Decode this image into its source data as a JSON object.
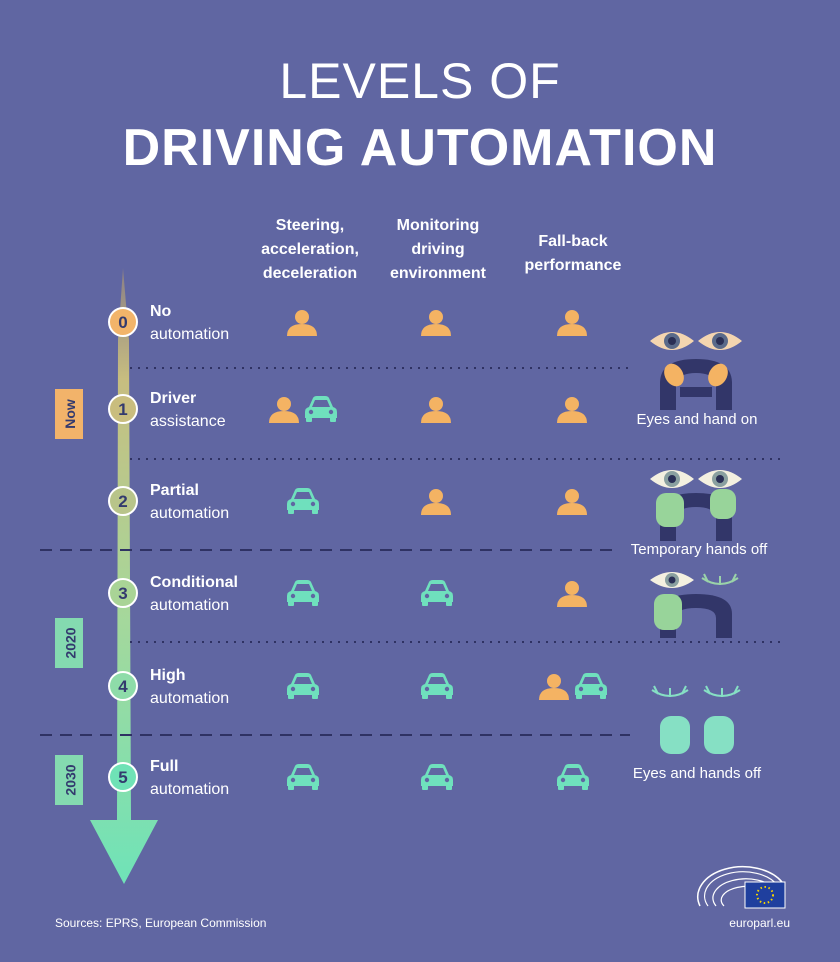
{
  "title": {
    "line1": "LEVELS OF",
    "line2": "DRIVING AUTOMATION"
  },
  "columns": [
    "Steering,\nacceleration,\ndeceleration",
    "Monitoring\ndriving\nenvironment",
    "Fall-back\nperformance"
  ],
  "levels": [
    {
      "number": "0",
      "bold": "No",
      "rest": "automation",
      "color": "#f2b46a",
      "cells": [
        [
          "person"
        ],
        [
          "person"
        ],
        [
          "person"
        ]
      ]
    },
    {
      "number": "1",
      "bold": "Driver",
      "rest": "assistance",
      "color": "#c9bd7e",
      "cells": [
        [
          "person",
          "car"
        ],
        [
          "person"
        ],
        [
          "person"
        ]
      ]
    },
    {
      "number": "2",
      "bold": "Partial",
      "rest": "automation",
      "color": "#b8c48a",
      "cells": [
        [
          "car"
        ],
        [
          "person"
        ],
        [
          "person"
        ]
      ]
    },
    {
      "number": "3",
      "bold": "Conditional",
      "rest": "automation",
      "color": "#a9d496",
      "cells": [
        [
          "car"
        ],
        [
          "car"
        ],
        [
          "person"
        ]
      ]
    },
    {
      "number": "4",
      "bold": "High",
      "rest": "automation",
      "color": "#8edca9",
      "cells": [
        [
          "car"
        ],
        [
          "car"
        ],
        [
          "person",
          "car"
        ]
      ]
    },
    {
      "number": "5",
      "bold": "Full",
      "rest": "automation",
      "color": "#6fe2b6",
      "cells": [
        [
          "car"
        ],
        [
          "car"
        ],
        [
          "car"
        ]
      ]
    }
  ],
  "timeline": {
    "now": "Now",
    "y2020": "2020",
    "y2030": "2030"
  },
  "captions": {
    "eyes_hands_on": "Eyes and hand on",
    "temporary": "Temporary hands off",
    "eyes_hands_off": "Eyes and hands off"
  },
  "footer": {
    "source": "Sources:  EPRS,  European Commission",
    "site": "europarl.eu"
  },
  "colors": {
    "background": "#6066a2",
    "person": "#f4b363",
    "car": "#6fe0bd",
    "hand": "#98d49a",
    "steering": "#323669",
    "now_box": "#f2b36a",
    "year_box": "#84dab0"
  }
}
